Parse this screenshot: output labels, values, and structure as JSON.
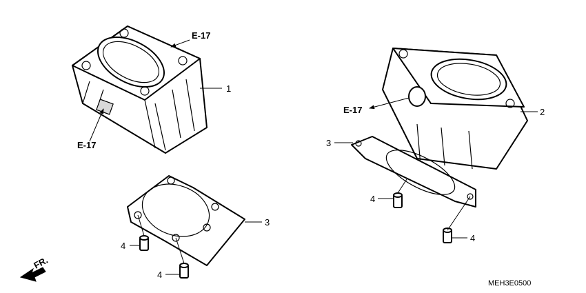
{
  "labels": {
    "cyl1_ref_top": "E-17",
    "cyl1_ref_bottom": "E-17",
    "cyl2_ref": "E-17",
    "part_1": "1",
    "part_2": "2",
    "part_3_left": "3",
    "part_3_right": "3",
    "part_4_left_a": "4",
    "part_4_left_b": "4",
    "part_4_right_a": "4",
    "part_4_right_b": "4",
    "front": "FR."
  },
  "diagram_code": "MEH3E0500"
}
